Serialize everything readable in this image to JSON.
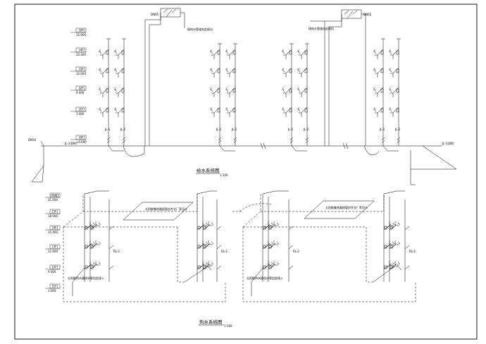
{
  "sheet": {
    "frame_color": "#000000",
    "line_color": "#000000"
  },
  "supply_system": {
    "title": "给水系统图",
    "scale": "1:100",
    "level_marks": [
      {
        "floor": "[5F]",
        "elev": "15.000"
      },
      {
        "floor": "[4F]",
        "elev": "15.400"
      },
      {
        "floor": "[3F]",
        "elev": "12.000"
      },
      {
        "floor": "[2F]",
        "elev": "9.000"
      },
      {
        "floor": "[1F]",
        "elev": "3.000"
      },
      {
        "floor": "[0F]",
        "elev": "±0.000"
      }
    ],
    "left_inlet_label": "DN50",
    "main_pipe_left_label": "JL-1(DN)",
    "main_pipe_right_label": "JL-1(DN)",
    "tank_labels": [
      "DN65",
      "DN65"
    ],
    "note_left": "接给水管道由此接出",
    "note_right": "接给水管道由此接出",
    "riser_labels": [
      "JL-1",
      "JL-2",
      "JL-1",
      "JL-2",
      "JL-1",
      "JL-2",
      "JL-1",
      "JL-2"
    ]
  },
  "hot_water_system": {
    "title": "热水系统图",
    "scale": "1:100",
    "level_marks": [
      {
        "floor": "[顶层]",
        "elev": "21.000"
      },
      {
        "floor": "[5F]",
        "elev": "18.000"
      },
      {
        "floor": "[4F]",
        "elev": "15.400"
      },
      {
        "floor": "[3F]",
        "elev": "12.000"
      },
      {
        "floor": "[2F]",
        "elev": "9.000"
      },
      {
        "floor": "[1F]",
        "elev": "3.000"
      }
    ],
    "solar_panel_note_left": "太阳能集热器接管由专业厂家设计",
    "solar_panel_note_right": "太阳能集热器接管由专业厂家设计",
    "bottom_note_left": "太阳能热水器给水管由此接入",
    "bottom_note_right": "太阳能热水器给水管由此接入",
    "riser_labels": [
      "RL-1",
      "RL-2",
      "RL-1",
      "RL-2"
    ]
  }
}
